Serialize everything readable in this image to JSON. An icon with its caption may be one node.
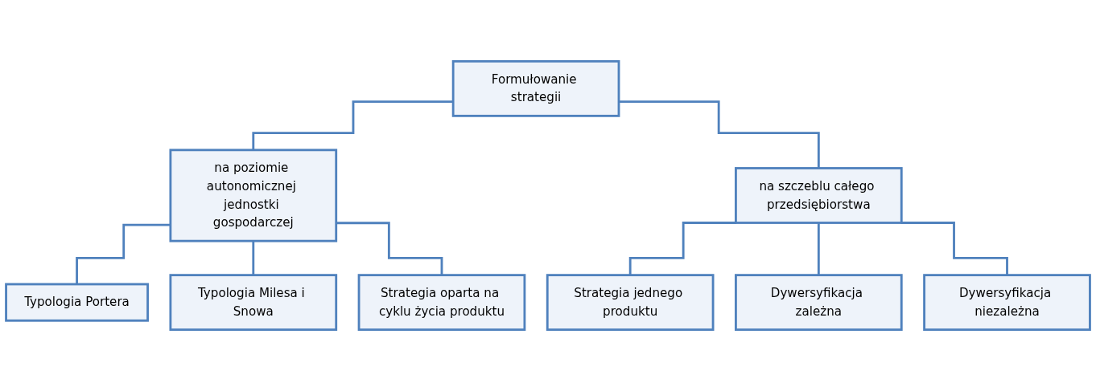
{
  "diagram": {
    "nodes": [
      {
        "text": [
          "Formułowanie strategii"
        ]
      },
      {
        "text": [
          "na poziomie autonomicznej jednostki gospodarczej"
        ]
      },
      {
        "text": [
          "na szczeblu całego przedsiębiorstwa"
        ]
      },
      {
        "text": [
          "Typologia Portera"
        ]
      },
      {
        "text": [
          "Typologia Milesa i Snowa"
        ]
      },
      {
        "text": [
          "Strategia oparta na cyklu życia produktu"
        ]
      },
      {
        "text": [
          "Strategia jednego produktu"
        ]
      },
      {
        "text": [
          "Dywersyfikacja zależna"
        ]
      },
      {
        "text": [
          "Dywersyfikacja niezależna"
        ]
      }
    ],
    "edges": [
      {
        "from": 0,
        "to": 1,
        "arrow": "none"
      },
      {
        "from": 0,
        "to": 2,
        "arrow": "none"
      },
      {
        "from": 1,
        "to": 3,
        "arrow": "none"
      },
      {
        "from": 1,
        "to": 4,
        "arrow": "none"
      },
      {
        "from": 1,
        "to": 5,
        "arrow": "none"
      },
      {
        "from": 2,
        "to": 6,
        "arrow": "none"
      },
      {
        "from": 2,
        "to": 7,
        "arrow": "none"
      },
      {
        "from": 2,
        "to": 8,
        "arrow": "none"
      }
    ]
  }
}
